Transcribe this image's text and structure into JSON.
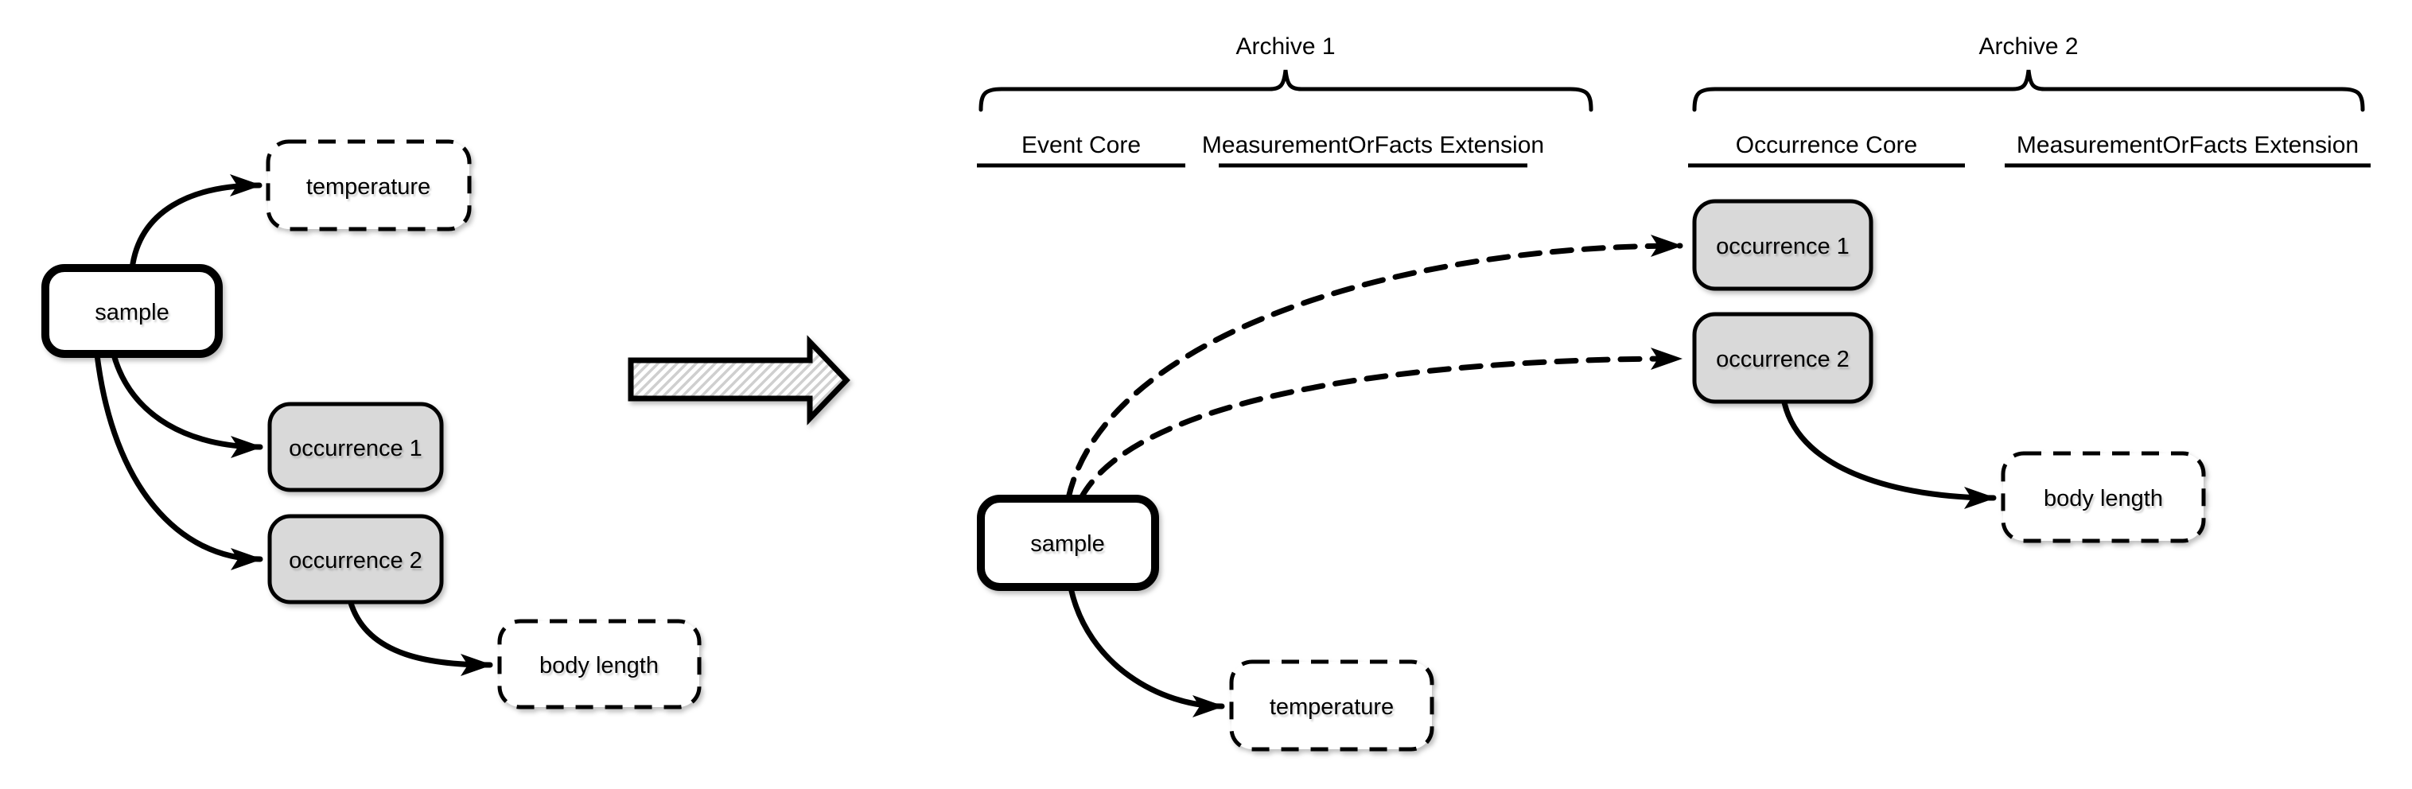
{
  "archives": [
    {
      "title": "Archive 1",
      "columns": [
        {
          "label": "Event Core"
        },
        {
          "label": "MeasurementOrFacts Extension"
        }
      ]
    },
    {
      "title": "Archive 2",
      "columns": [
        {
          "label": "Occurrence Core"
        },
        {
          "label": "MeasurementOrFacts Extension"
        }
      ]
    }
  ],
  "nodes": {
    "left": {
      "sample": "sample",
      "temperature": "temperature",
      "occurrence_1": "occurrence 1",
      "occurrence_2": "occurrence 2",
      "body_length": "body length"
    },
    "right": {
      "sample": "sample",
      "temperature": "temperature",
      "occurrence_1": "occurrence 1",
      "occurrence_2": "occurrence 2",
      "body_length": "body length"
    }
  },
  "edges": {
    "left": [
      {
        "from": "sample",
        "to": "temperature",
        "style": "solid"
      },
      {
        "from": "sample",
        "to": "occurrence 1",
        "style": "solid"
      },
      {
        "from": "sample",
        "to": "occurrence 2",
        "style": "solid"
      },
      {
        "from": "occurrence 2",
        "to": "body length",
        "style": "solid"
      }
    ],
    "right": [
      {
        "from": "sample",
        "to": "occurrence 1",
        "style": "dashed"
      },
      {
        "from": "sample",
        "to": "occurrence 2",
        "style": "dashed"
      },
      {
        "from": "sample",
        "to": "temperature",
        "style": "solid"
      },
      {
        "from": "occurrence 2",
        "to": "body length",
        "style": "solid"
      }
    ]
  },
  "colors": {
    "background": "#ffffff",
    "line": "#000000",
    "node_grey": "#d9d9d9",
    "node_white": "#ffffff",
    "hatch_fill": "#cfcfcf"
  }
}
